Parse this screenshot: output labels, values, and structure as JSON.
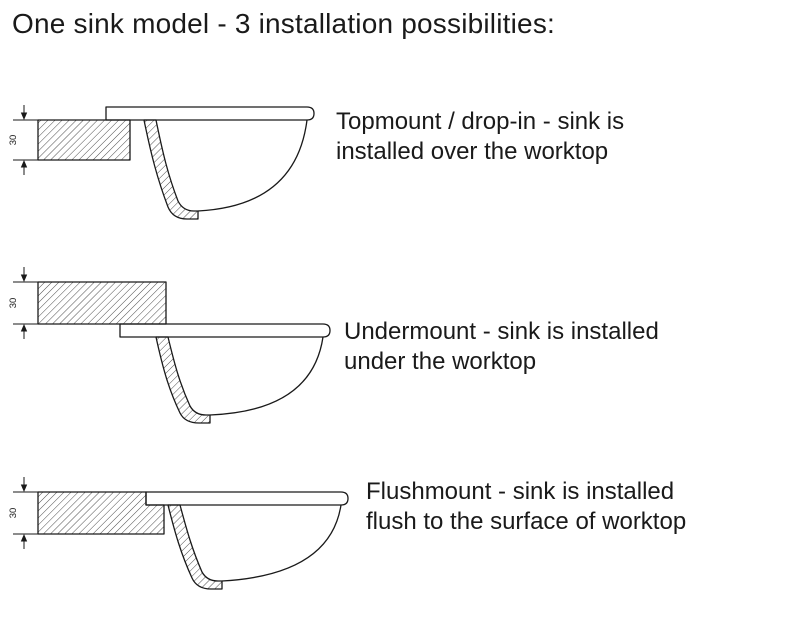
{
  "title": "One sink model - 3 installation possibilities:",
  "rows": [
    {
      "id": "topmount",
      "label_line1": "Topmount / drop-in - sink is",
      "label_line2": "installed over the worktop",
      "dimension": "30"
    },
    {
      "id": "undermount",
      "label_line1": "Undermount - sink is installed",
      "label_line2": "under the worktop",
      "dimension": "30"
    },
    {
      "id": "flushmount",
      "label_line1": "Flushmount - sink is installed",
      "label_line2": "flush to the surface of worktop",
      "dimension": "30"
    }
  ],
  "colors": {
    "line": "#1a1a1a",
    "hatch": "#3a3a3a",
    "bg": "#ffffff"
  }
}
